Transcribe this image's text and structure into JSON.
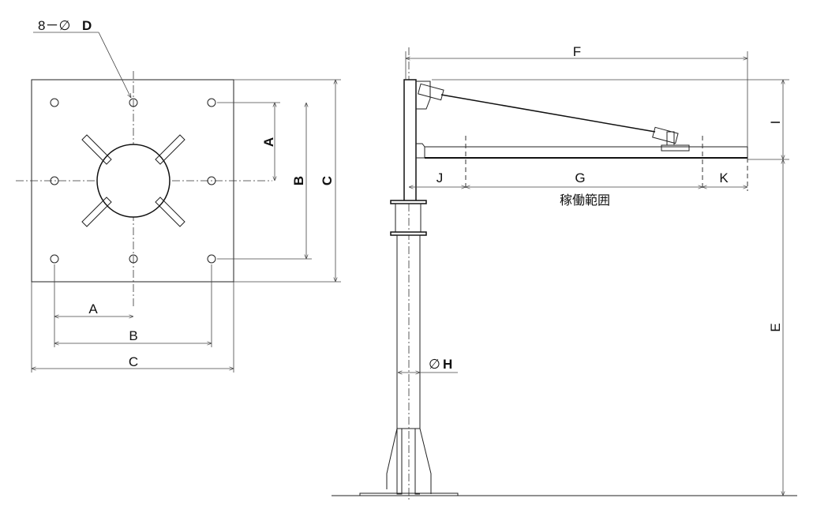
{
  "plan_view": {
    "hole_callout": "8－∅",
    "hole_callout_letter": "D",
    "dim_a_right": "A",
    "dim_b_right": "B",
    "dim_c_right": "C",
    "dim_a_bottom": "A",
    "dim_b_bottom": "B",
    "dim_c_bottom": "C"
  },
  "side_view": {
    "dim_f": "F",
    "dim_i": "I",
    "dim_e": "E",
    "dim_j": "J",
    "dim_g": "G",
    "dim_k": "K",
    "working_range": "稼働範囲",
    "pipe_dia_symbol": "∅",
    "pipe_dia_letter": "H"
  }
}
